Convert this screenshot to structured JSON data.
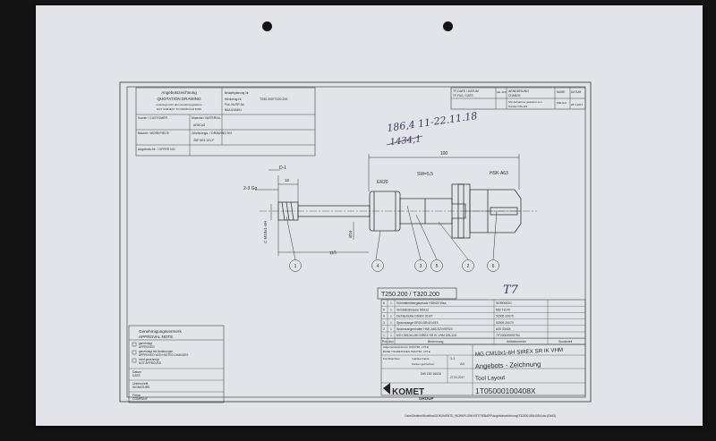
{
  "title_block_top": {
    "angebotszeichnung": "Angebotszeichnung",
    "quotation_drawing": "QUOTATION DRAWING",
    "note_de": "unterliegt nicht dem Aenderungsdienst",
    "note_en": "NOT SUBJECT TO MODIFICATIONS",
    "bedarfsplanung_label": "Bedarfsplanung Nr.",
    "werkzeug_label": "Werkzeug-Nr.",
    "pos_label": "Pos.-Nr./SP.-Nr.",
    "tool_no": "T250.200/T320.200",
    "bem": "BAA115A401",
    "kunde_label": "Kunde / CUSTOMER",
    "material_label": "Material / MATERIAL",
    "material_value": "AlSiCu3",
    "bauteil_label": "Bauteil / WORKPIECE",
    "zeichnungs_label": "Zeichnungs- / DRAWING NO.",
    "zeichnungs_value": "3SF.903.131.F",
    "angebot_label": "Angebots-Nr. / OFFER NO."
  },
  "revision_block": {
    "tf_date": "TF-DATE / DATUM",
    "date": "TF-FILE / DATE",
    "aend_idx": "AE.-IDX",
    "aenderung": "AENDERUNG",
    "change": "CHANGE",
    "name": "NAME",
    "datum": "DATUM",
    "entry1": "GR-Aufnahme geändert von",
    "entry2": "Sonder DSL115",
    "entry_name": "Rilleholz",
    "entry_date": "28.3.2017"
  },
  "drawing": {
    "dim_100": "100",
    "dim_115": "115",
    "dim_18": "18",
    "dim_d1": "D-1",
    "dim_2_3gg": "2-3 Gg",
    "dim_m10": "C M10x1-6H",
    "dim_d16": "Ø16",
    "label_er20": "ER20",
    "label_sw": "SW=5.5",
    "label_hsk": "HSK-A63",
    "balloons": [
      "1",
      "4",
      "3",
      "5",
      "2",
      "6"
    ],
    "handwriting": "186,4 11-22.11.18",
    "handwriting2": "1434,1",
    "handwriting_t7": "T7"
  },
  "parts_list": {
    "header": "T250.200 / T320.200",
    "rows": [
      [
        "6",
        "1",
        "Kühlmittelübergabesatz HSK63 Vilsa",
        "51990063/1"
      ],
      [
        "5",
        "1",
        "Verstellschraube M6x12",
        "M6/ T1070"
      ],
      [
        "4",
        "1",
        "Dichtscheibe DS/ER 20-8T",
        "52905 20070"
      ],
      [
        "3",
        "1",
        "Spannzange ER20-GB Ø14/15",
        "52905 20070"
      ],
      [
        "2",
        "1",
        "Spannzangenhalter HSK-A63-SZ/V/ER20",
        "A05 33418"
      ],
      [
        "1",
        "1",
        "MG CM10x1-6H SIREX SR IK VHM DSL115",
        "7IT2000/0000754"
      ]
    ],
    "col_pos": "Pos",
    "col_anz": "Anz",
    "col_benennung": "Benennung",
    "col_artikel": "Artikelnummer",
    "col_sonder": "Sonderteil"
  },
  "title_block": {
    "allgemein": "Allgemeintoleranzen ISO2768 -mH-E",
    "allgemein2": "BASE TOLERANCES ISO2768 -mH-E",
    "fuer_maschine": "Für Maschine",
    "dim_ohne": "Inaktive Kante",
    "kanten": "Kanten gebrochen",
    "norm": "DIN 150 16016",
    "tool_name": "MG CM10x1-6H SIREX SR IK VHM",
    "angebots_zeichnung": "Angebots - Zeichnung",
    "tool_layout": "Tool Layout",
    "scale": "1:1",
    "format": "A3",
    "date": "27.04.2017",
    "drawing_no": "1T05000100408X",
    "komet": "KOMET",
    "group": "GROUP",
    "file_path": "I:\\eke\\Dedere\\Workflow\\DOKUMENTE_WORKFLOW\\VIST\\TIEBARF\\Angebotszeichnung\\T322001000405X.idw (DWG)"
  },
  "approval": {
    "title_de": "Genehmigungsvermerk",
    "title_en": "APPROVAL NOTE",
    "opt1_de": "genehmigt",
    "opt1_en": "APPROVED",
    "opt2_de": "genehmigt mit Änderungen",
    "opt2_en": "APPROVED WITH NOTED CHANGES",
    "opt3_de": "nicht genehmigt",
    "opt3_en": "NOT APPROVED",
    "datum": "Datum",
    "date": "DATE",
    "unterschrift": "Unterschrift",
    "signature": "SIGNATURE",
    "firma": "Firma",
    "company": "COMPANY"
  }
}
